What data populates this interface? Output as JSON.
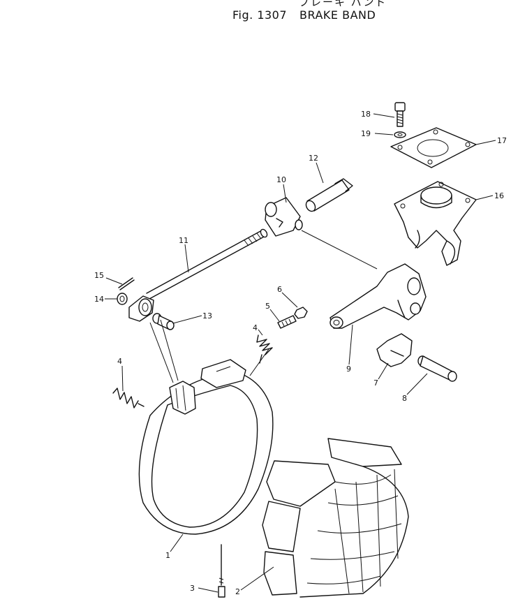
{
  "header": {
    "title_jp": "ブレーキ バンド",
    "figure_no": "Fig. 1307",
    "title_en": "BRAKE BAND"
  },
  "callouts": [
    {
      "id": "c1",
      "label": "1"
    },
    {
      "id": "c2",
      "label": "2"
    },
    {
      "id": "c3",
      "label": "3"
    },
    {
      "id": "c4a",
      "label": "4"
    },
    {
      "id": "c4b",
      "label": "4"
    },
    {
      "id": "c5",
      "label": "5"
    },
    {
      "id": "c6",
      "label": "6"
    },
    {
      "id": "c7",
      "label": "7"
    },
    {
      "id": "c8",
      "label": "8"
    },
    {
      "id": "c9",
      "label": "9"
    },
    {
      "id": "c10",
      "label": "10"
    },
    {
      "id": "c11",
      "label": "11"
    },
    {
      "id": "c12",
      "label": "12"
    },
    {
      "id": "c13",
      "label": "13"
    },
    {
      "id": "c14",
      "label": "14"
    },
    {
      "id": "c15",
      "label": "15"
    },
    {
      "id": "c16",
      "label": "16"
    },
    {
      "id": "c17",
      "label": "17"
    },
    {
      "id": "c18",
      "label": "18"
    },
    {
      "id": "c19",
      "label": "19"
    }
  ]
}
